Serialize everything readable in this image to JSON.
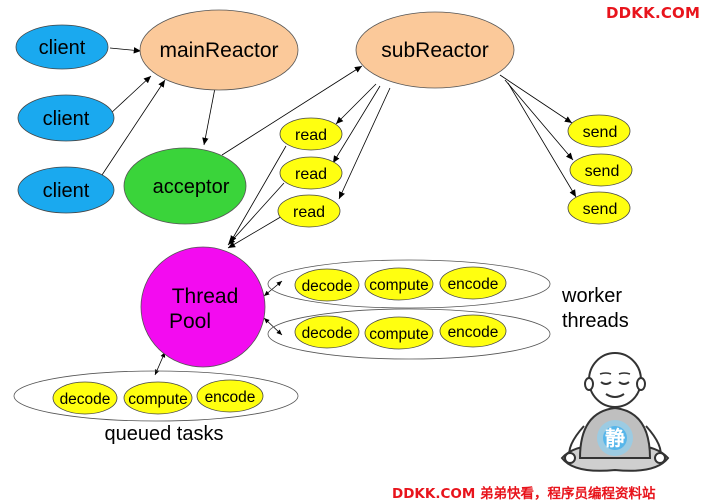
{
  "brand": {
    "top": "DDKK.COM",
    "bottom": "DDKK.COM 弟弟快看，程序员编程资料站",
    "color": "#e8141c"
  },
  "nodes": {
    "clients": [
      "client",
      "client",
      "client"
    ],
    "main_reactor": "mainReactor",
    "sub_reactor": "subReactor",
    "acceptor": "acceptor",
    "reads": [
      "read",
      "read",
      "read"
    ],
    "sends": [
      "send",
      "send",
      "send"
    ],
    "thread_pool": [
      "Thread",
      "Pool"
    ],
    "worker_rows": [
      [
        "decode",
        "compute",
        "encode"
      ],
      [
        "decode",
        "compute",
        "encode"
      ]
    ],
    "queued_row": [
      "decode",
      "compute",
      "encode"
    ]
  },
  "labels": {
    "worker_threads": [
      "worker",
      "threads"
    ],
    "queued_tasks": "queued tasks"
  },
  "mascot": {
    "icon": "meditating-monk-icon",
    "glyph": "静"
  },
  "colors": {
    "client": "#1aa9ef",
    "reactor": "#fbc99a",
    "acceptor": "#3ad43a",
    "task": "#ffff10",
    "thread_pool": "#f30bf0",
    "outline": "#666666"
  }
}
